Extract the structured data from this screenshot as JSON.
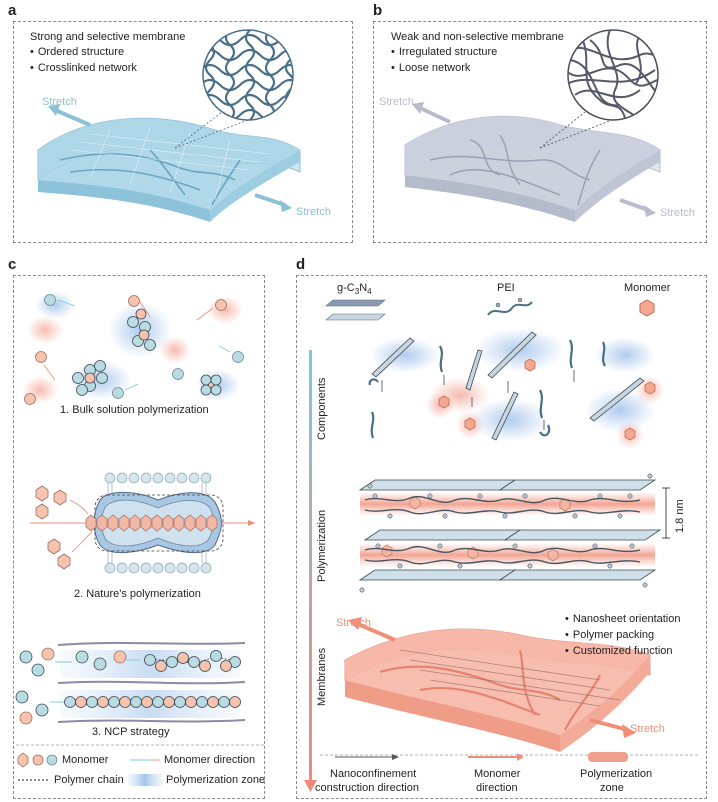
{
  "panels": {
    "a": {
      "letter": "a",
      "title": "Strong and selective membrane",
      "bullets": [
        "Ordered structure",
        "Crosslinked network"
      ],
      "stretch_left": "Stretch",
      "stretch_right": "Stretch"
    },
    "b": {
      "letter": "b",
      "title": "Weak and non-selective membrane",
      "bullets": [
        "Irregulated structure",
        "Loose network"
      ],
      "stretch_left": "Stretch",
      "stretch_right": "Stretch"
    },
    "c": {
      "letter": "c",
      "step1": "1. Bulk solution polymerization",
      "step2": "2. Nature's polymerization",
      "step3": "3. NCP strategy",
      "legend": {
        "monomer": "Monomer",
        "monomer_direction": "Monomer direction",
        "polymer_chain": "Polymer chain",
        "polymerization_zone": "Polymerization zone"
      }
    },
    "d": {
      "letter": "d",
      "gcn_prefix": "g-C",
      "gcn_sub1": "3",
      "gcn_mid": "N",
      "gcn_sub2": "4",
      "pei": "PEI",
      "monomer": "Monomer",
      "stage_components": "Components",
      "stage_polymerization": "Polymerization",
      "stage_membranes": "Membranes",
      "distance": "1.8 nm",
      "bullets": [
        "Nanosheet orientation",
        "Polymer packing",
        "Customized function"
      ],
      "stretch_left": "Stretch",
      "stretch_right": "Stretch",
      "legend": {
        "nanoconfinement_1": "Nanoconfinement",
        "nanoconfinement_2": "construction direction",
        "monomer_dir_1": "Monomer",
        "monomer_dir_2": "direction",
        "zone_1": "Polymerization",
        "zone_2": "zone"
      }
    }
  },
  "colors": {
    "blue_membrane": "#a8d4e6",
    "grey_membrane": "#c9cfdc",
    "salmon": "#f0a191",
    "monomer_fill": "#f7c3ad",
    "teal_chain": "#4a6f86"
  }
}
